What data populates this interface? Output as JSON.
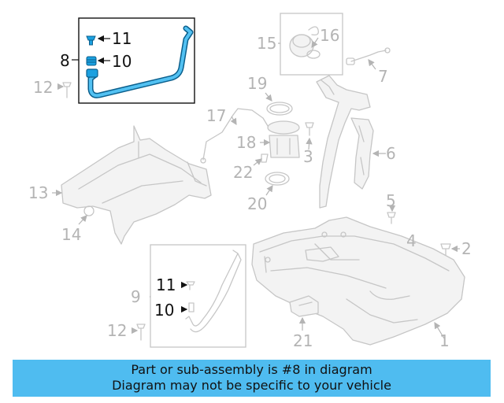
{
  "callouts": {
    "c1": "1",
    "c2": "2",
    "c3": "3",
    "c4": "4",
    "c5": "5",
    "c6": "6",
    "c7": "7",
    "c8": "8",
    "c9": "9",
    "c10a": "10",
    "c10b": "10",
    "c11a": "11",
    "c11b": "11",
    "c12a": "12",
    "c12b": "12",
    "c13": "13",
    "c14": "14",
    "c15": "15",
    "c16": "16",
    "c17": "17",
    "c18": "18",
    "c19": "19",
    "c20": "20",
    "c21": "21",
    "c22": "22"
  },
  "highlight": {
    "part": "8",
    "color": "#0b5f8c",
    "accent": "#1aa0e0"
  },
  "banner": {
    "line1": "Part or sub-assembly is #8 in diagram",
    "line2": "Diagram may not be specific to your vehicle",
    "color": "#4fbcf0"
  }
}
